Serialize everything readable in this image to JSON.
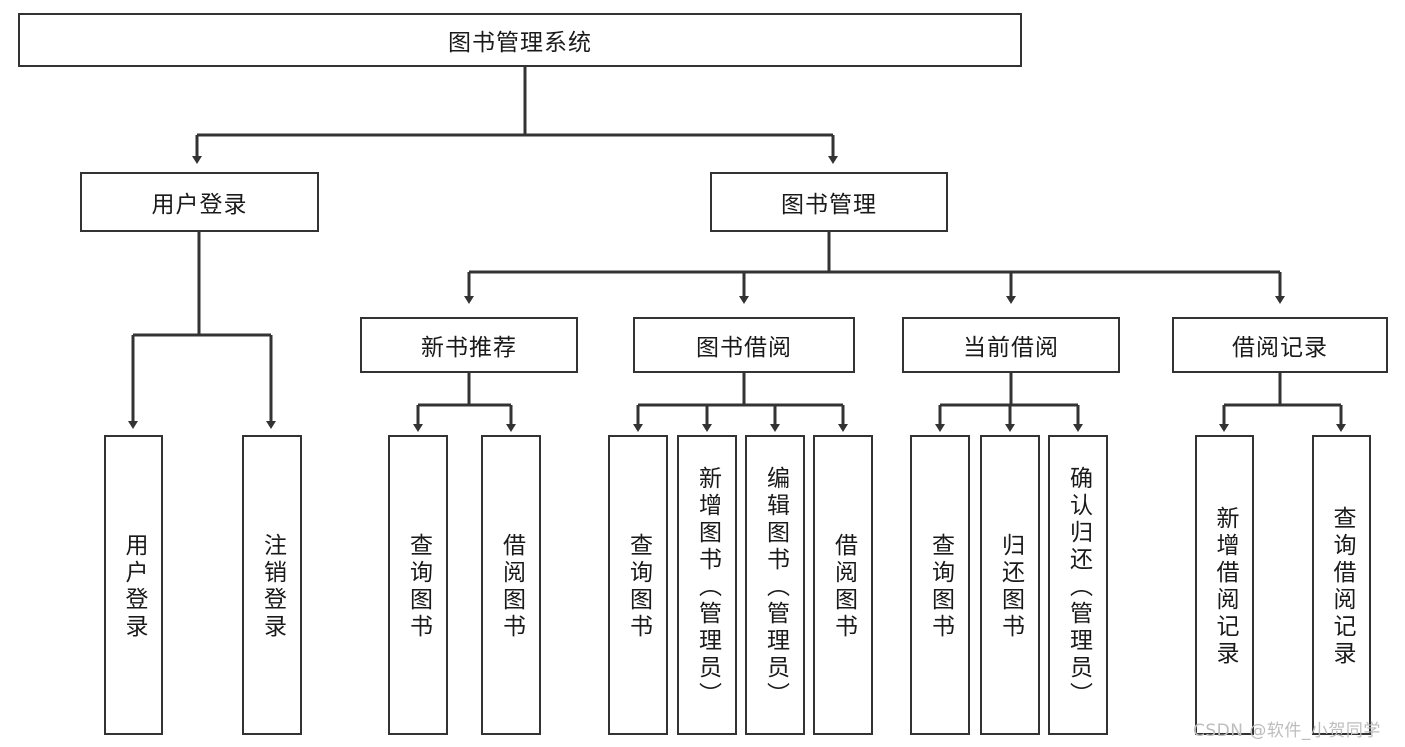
{
  "diagram": {
    "title": "图书管理系统",
    "type": "hierarchy-tree",
    "background_color": "#ffffff",
    "line_color": "#333333",
    "box_border_color": "#333333",
    "box_fill_color": "#ffffff",
    "text_color": "#1a1a1a"
  },
  "root": {
    "label": "图书管理系统"
  },
  "level2": [
    {
      "label": "用户登录"
    },
    {
      "label": "图书管理"
    }
  ],
  "level3": [
    {
      "label": "新书推荐"
    },
    {
      "label": "图书借阅"
    },
    {
      "label": "当前借阅"
    },
    {
      "label": "借阅记录"
    }
  ],
  "leaves": {
    "user_login": [
      {
        "label": "用户登录"
      },
      {
        "label": "注销登录"
      }
    ],
    "new_book_recommend": [
      {
        "label": "查询图书"
      },
      {
        "label": "借阅图书"
      }
    ],
    "book_borrow": [
      {
        "label": "查询图书"
      },
      {
        "label": "新增图书（管理员）"
      },
      {
        "label": "编辑图书（管理员）"
      },
      {
        "label": "借阅图书"
      }
    ],
    "current_borrow": [
      {
        "label": "查询图书"
      },
      {
        "label": "归还图书"
      },
      {
        "label": "确认归还（管理员）"
      }
    ],
    "borrow_record": [
      {
        "label": "新增借阅记录"
      },
      {
        "label": "查询借阅记录"
      }
    ]
  },
  "watermark": {
    "text": "CSDN @软件_小贺同学"
  }
}
